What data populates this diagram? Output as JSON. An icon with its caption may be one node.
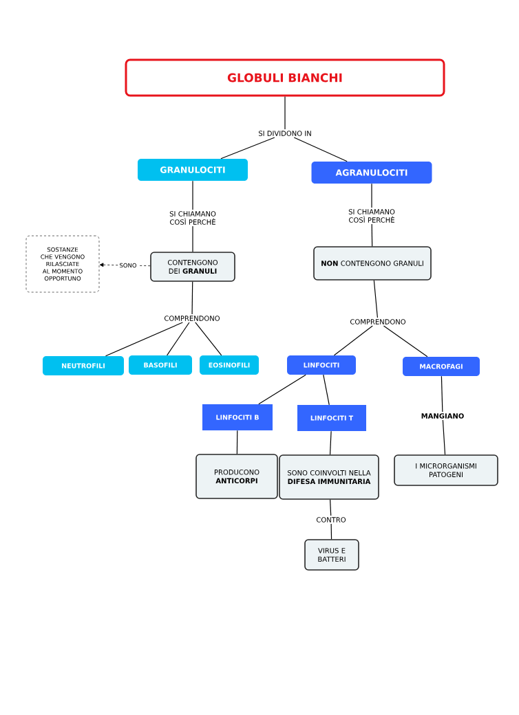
{
  "diagram": {
    "nodes": [
      {
        "text": [
          "GLOBULI BIANCHI"
        ]
      },
      {
        "text": [
          "SI DIVIDONO IN"
        ]
      },
      {
        "text": [
          "GRANULOCITI"
        ]
      },
      {
        "text": [
          "AGRANULOCITI"
        ]
      },
      {
        "text": [
          "SI CHIAMANO COSÌ PERCHÈ"
        ]
      },
      {
        "text": [
          "SI CHIAMANO COSÌ PERCHÈ"
        ]
      },
      {
        "text": [
          "SOSTANZE CHE VENGONO RILASCIATE AL MOMENTO OPPORTUNO"
        ]
      },
      {
        "text": [
          "SONO"
        ]
      },
      {
        "text": [
          "CONTENGONO DEI **GRANULI**"
        ]
      },
      {
        "text": [
          "**NON** CONTENGONO GRANULI"
        ]
      },
      {
        "text": [
          "COMPRENDONO"
        ]
      },
      {
        "text": [
          "COMPRENDONO"
        ]
      },
      {
        "text": [
          "NEUTROFILI"
        ]
      },
      {
        "text": [
          "BASOFILI"
        ]
      },
      {
        "text": [
          "EOSINOFILI"
        ]
      },
      {
        "text": [
          "LINFOCITI"
        ]
      },
      {
        "text": [
          "MACROFAGI"
        ]
      },
      {
        "text": [
          "LINFOCITI B"
        ]
      },
      {
        "text": [
          "LINFOCITI T"
        ]
      },
      {
        "text": [
          "MANGIANO"
        ]
      },
      {
        "text": [
          "PRODUCONO **ANTICORPI**"
        ]
      },
      {
        "text": [
          "SONO COINVOLTI NELLA **DIFESA IMMUNITARIA**"
        ]
      },
      {
        "text": [
          "I MICRORGANISMI PATOGENI"
        ]
      },
      {
        "text": [
          "CONTRO"
        ]
      },
      {
        "text": [
          "VIRUS E BATTERI"
        ]
      }
    ],
    "edges": [
      {
        "from": 0,
        "to": 1,
        "arrow": "none"
      },
      {
        "from": 1,
        "to": 2,
        "arrow": "none"
      },
      {
        "from": 1,
        "to": 3,
        "arrow": "none"
      },
      {
        "from": 2,
        "to": 4,
        "arrow": "none"
      },
      {
        "from": 3,
        "to": 5,
        "arrow": "none"
      },
      {
        "from": 4,
        "to": 8,
        "arrow": "none"
      },
      {
        "from": 5,
        "to": 9,
        "arrow": "none"
      },
      {
        "from": 8,
        "to": 7,
        "arrow": "none",
        "style": "dashed"
      },
      {
        "from": 7,
        "to": 6,
        "arrow": "to",
        "style": "dashed"
      },
      {
        "from": 8,
        "to": 10,
        "arrow": "none"
      },
      {
        "from": 9,
        "to": 11,
        "arrow": "none"
      },
      {
        "from": 10,
        "to": 12,
        "arrow": "none"
      },
      {
        "from": 10,
        "to": 13,
        "arrow": "none"
      },
      {
        "from": 10,
        "to": 14,
        "arrow": "none"
      },
      {
        "from": 11,
        "to": 15,
        "arrow": "none"
      },
      {
        "from": 11,
        "to": 16,
        "arrow": "none"
      },
      {
        "from": 15,
        "to": 17,
        "arrow": "none"
      },
      {
        "from": 15,
        "to": 18,
        "arrow": "none"
      },
      {
        "from": 16,
        "to": 19,
        "arrow": "none"
      },
      {
        "from": 17,
        "to": 20,
        "arrow": "none"
      },
      {
        "from": 18,
        "to": 21,
        "arrow": "none"
      },
      {
        "from": 19,
        "to": 22,
        "arrow": "none"
      },
      {
        "from": 21,
        "to": 23,
        "arrow": "none"
      },
      {
        "from": 23,
        "to": 24,
        "arrow": "none"
      }
    ]
  }
}
